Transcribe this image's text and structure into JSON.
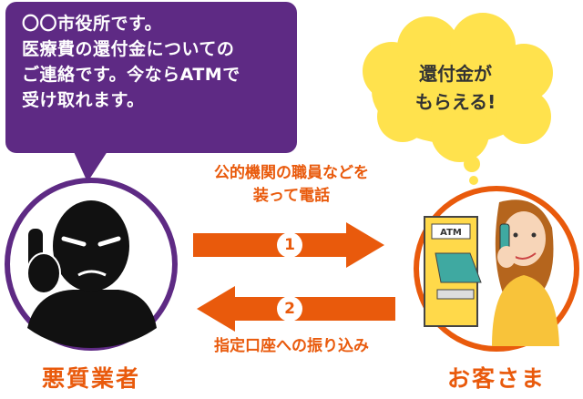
{
  "speech_bubble": {
    "text": "〇〇市役所です。\n医療費の還付金についての\nご連絡です。今ならATMで\n受け取れます。"
  },
  "thought_bubble": {
    "text": "還付金が\nもらえる!"
  },
  "flow": {
    "top_caption": "公的機関の職員などを\n装って電話",
    "step1": "1",
    "step2": "2",
    "bottom_caption": "指定口座への振り込み"
  },
  "labels": {
    "left": "悪質業者",
    "right": "お客さま"
  },
  "colors": {
    "purple": "#5e2a84",
    "orange": "#e95a0c",
    "yellow": "#ffe24d",
    "skin": "#f7d5b8"
  }
}
